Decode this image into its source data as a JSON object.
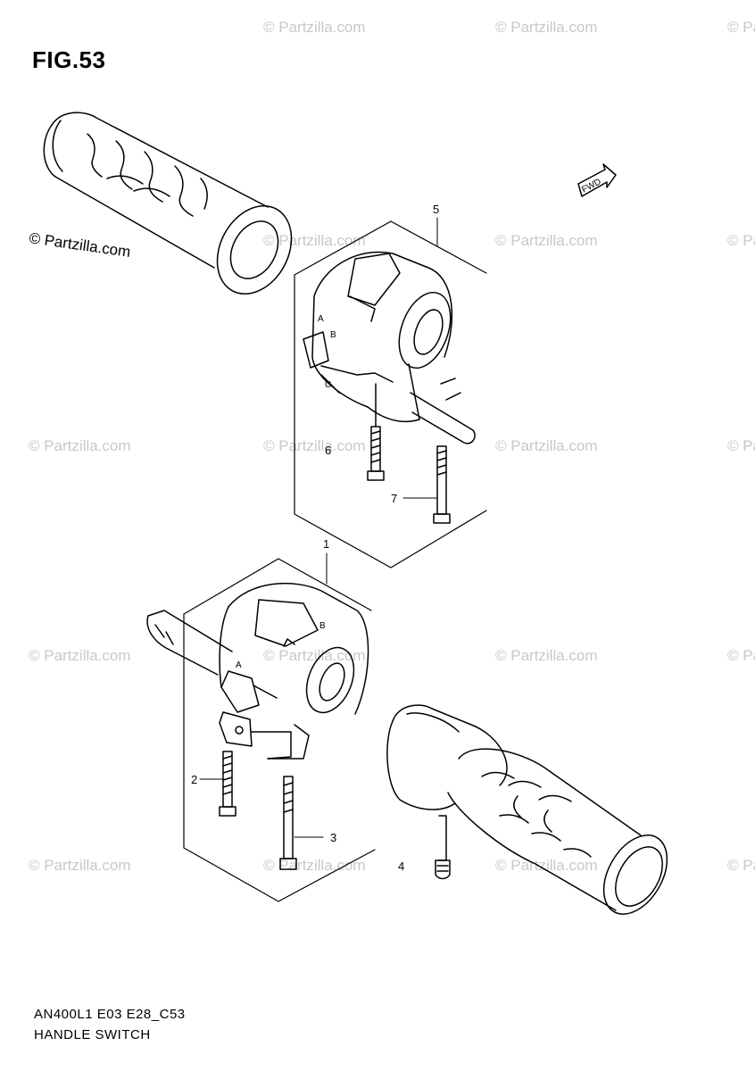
{
  "figure": {
    "title": "FIG.53",
    "code": "AN400L1 E03 E28_C53",
    "name": "HANDLE SWITCH"
  },
  "watermark": {
    "text": "© Partzilla.com",
    "color": "#c8c8c8"
  },
  "direction_badge": "FWD",
  "callouts": [
    {
      "num": "1"
    },
    {
      "num": "2"
    },
    {
      "num": "3"
    },
    {
      "num": "4"
    },
    {
      "num": "5"
    },
    {
      "num": "6"
    },
    {
      "num": "7"
    }
  ],
  "switch_marks": {
    "upper_a": "A",
    "upper_b": "B",
    "upper_c": "C",
    "lower_a": "A",
    "lower_b": "B"
  }
}
